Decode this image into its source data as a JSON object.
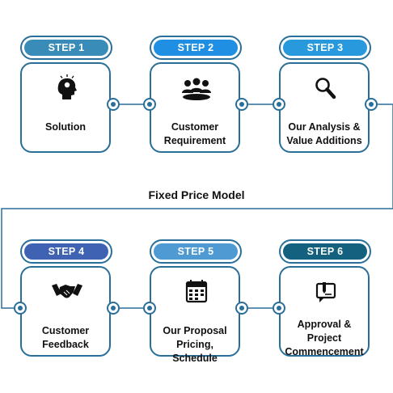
{
  "title": "Fixed Price Model",
  "colors": {
    "border": "#2a6f99",
    "step_1": "#3a8cb8",
    "step_2": "#1f8fe3",
    "step_3": "#2899dd",
    "step_4": "#3f62b3",
    "step_5": "#4f9ad2",
    "step_6": "#13607f"
  },
  "steps": [
    {
      "badge": "STEP 1",
      "label": "Solution",
      "icon": "idea-head-icon"
    },
    {
      "badge": "STEP 2",
      "label": "Customer\nRequirement",
      "icon": "team-icon"
    },
    {
      "badge": "STEP 3",
      "label": "Our Analysis &\nValue Additions",
      "icon": "magnifier-icon"
    },
    {
      "badge": "STEP 4",
      "label": "Customer\nFeedback",
      "icon": "handshake-icon"
    },
    {
      "badge": "STEP 5",
      "label": "Our Proposal\nPricing, Schedule",
      "icon": "calendar-icon"
    },
    {
      "badge": "STEP 6",
      "label": "Approval &\nProject\nCommencement",
      "icon": "sign-off-icon"
    }
  ]
}
